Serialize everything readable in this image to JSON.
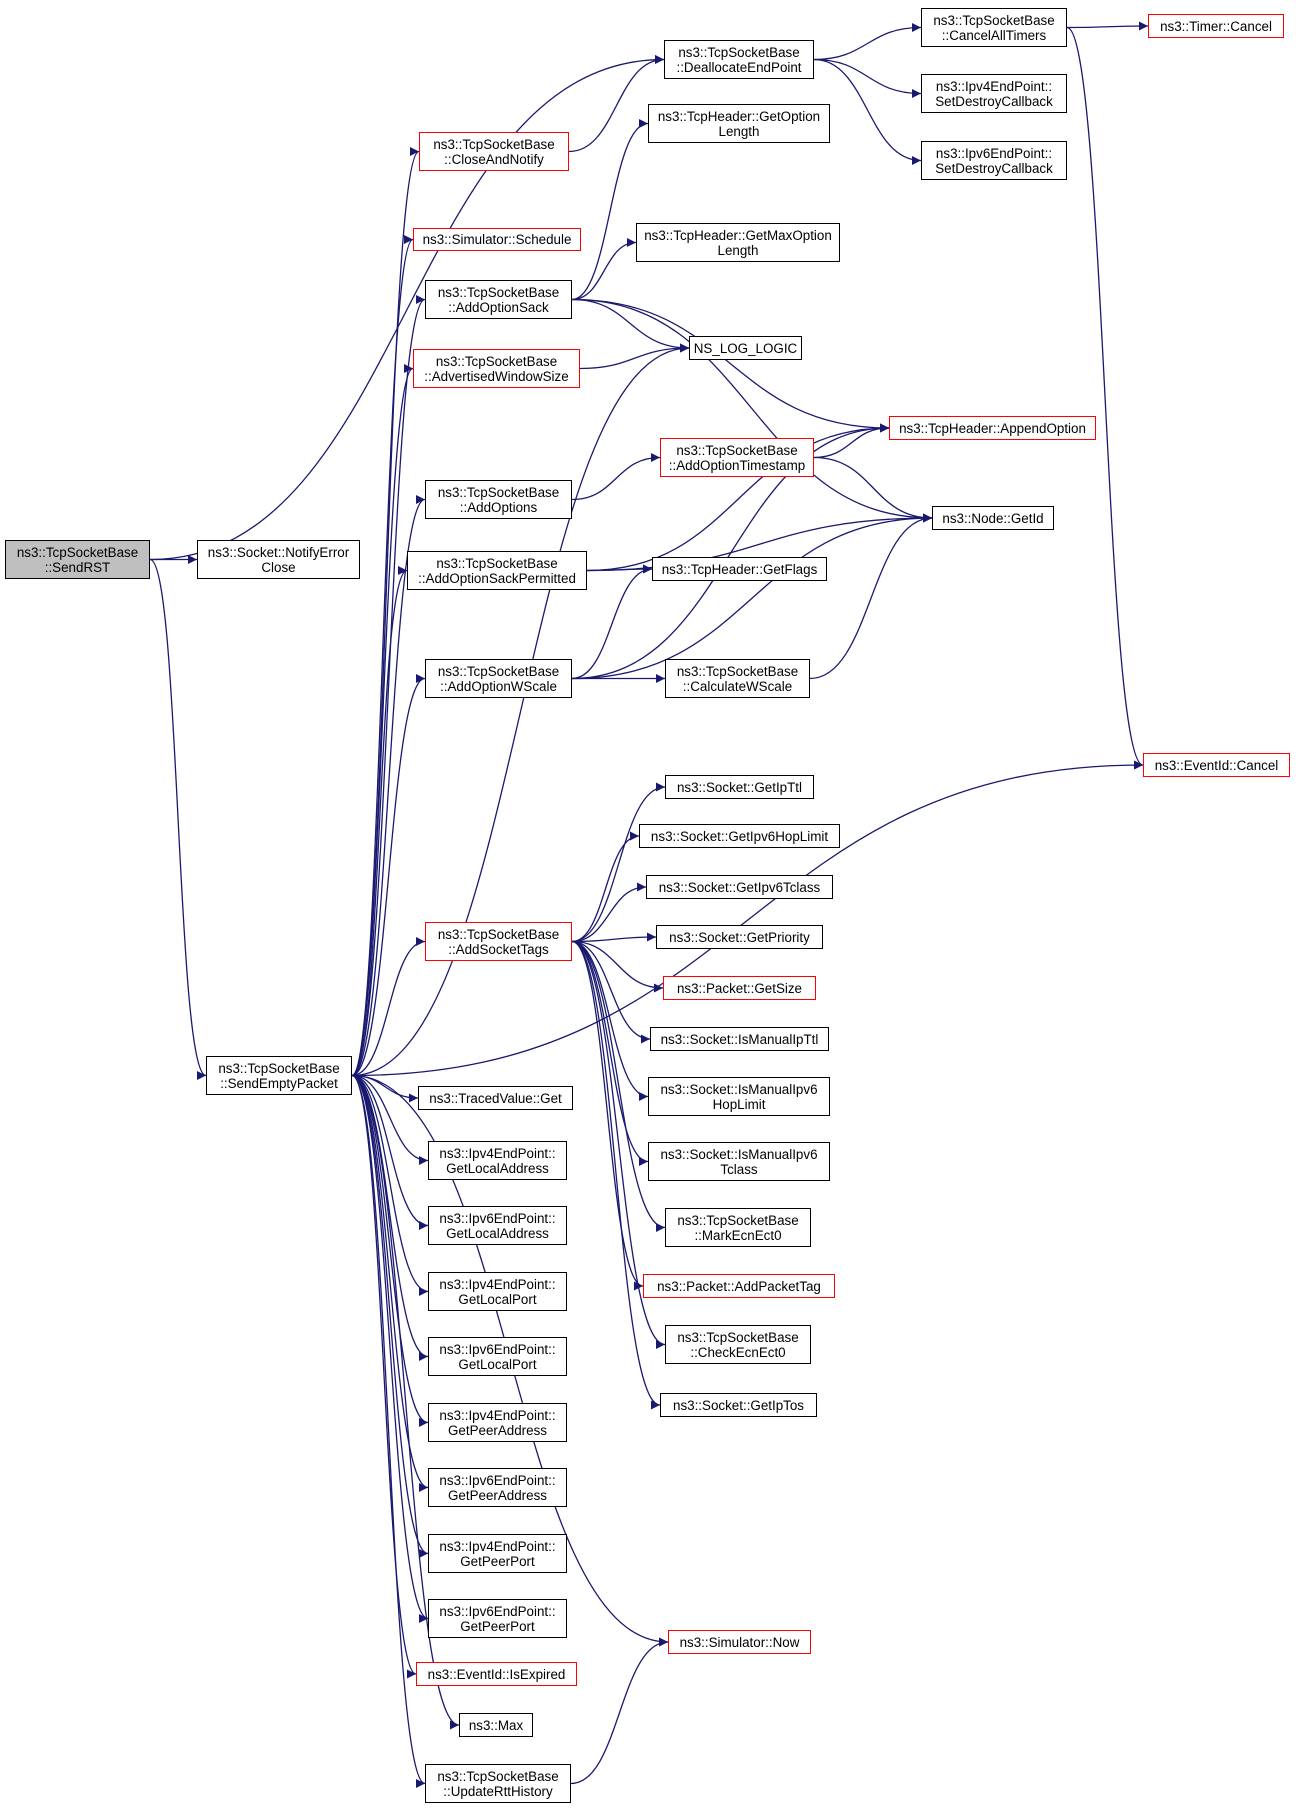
{
  "diagram": {
    "edge_color": "#191970",
    "colors": {
      "node_border": "#000000",
      "red_border": "#ff0000",
      "focus_fill": "#bfbfbf"
    },
    "nodes": [
      {
        "id": "sendrst",
        "label": "ns3::TcpSocketBase\n::SendRST",
        "style": "focus"
      },
      {
        "id": "notifyerr",
        "label": "ns3::Socket::NotifyError\nClose",
        "style": "normal"
      },
      {
        "id": "sendempty",
        "label": "ns3::TcpSocketBase\n::SendEmptyPacket",
        "style": "normal"
      },
      {
        "id": "dealloc",
        "label": "ns3::TcpSocketBase\n::DeallocateEndPoint",
        "style": "normal"
      },
      {
        "id": "closenotify",
        "label": "ns3::TcpSocketBase\n::CloseAndNotify",
        "style": "red"
      },
      {
        "id": "schedule",
        "label": "ns3::Simulator::Schedule",
        "style": "red"
      },
      {
        "id": "addsack",
        "label": "ns3::TcpSocketBase\n::AddOptionSack",
        "style": "normal"
      },
      {
        "id": "advwin",
        "label": "ns3::TcpSocketBase\n::AdvertisedWindowSize",
        "style": "red"
      },
      {
        "id": "addoptions",
        "label": "ns3::TcpSocketBase\n::AddOptions",
        "style": "normal"
      },
      {
        "id": "addsackperm",
        "label": "ns3::TcpSocketBase\n::AddOptionSackPermitted",
        "style": "normal"
      },
      {
        "id": "addwscale",
        "label": "ns3::TcpSocketBase\n::AddOptionWScale",
        "style": "normal"
      },
      {
        "id": "addsockettags",
        "label": "ns3::TcpSocketBase\n::AddSocketTags",
        "style": "red"
      },
      {
        "id": "tracedget",
        "label": "ns3::TracedValue::Get",
        "style": "normal"
      },
      {
        "id": "v4local",
        "label": "ns3::Ipv4EndPoint::\nGetLocalAddress",
        "style": "normal"
      },
      {
        "id": "v6local",
        "label": "ns3::Ipv6EndPoint::\nGetLocalAddress",
        "style": "normal"
      },
      {
        "id": "v4lport",
        "label": "ns3::Ipv4EndPoint::\nGetLocalPort",
        "style": "normal"
      },
      {
        "id": "v6lport",
        "label": "ns3::Ipv6EndPoint::\nGetLocalPort",
        "style": "normal"
      },
      {
        "id": "v4peer",
        "label": "ns3::Ipv4EndPoint::\nGetPeerAddress",
        "style": "normal"
      },
      {
        "id": "v6peer",
        "label": "ns3::Ipv6EndPoint::\nGetPeerAddress",
        "style": "normal"
      },
      {
        "id": "v4pport",
        "label": "ns3::Ipv4EndPoint::\nGetPeerPort",
        "style": "normal"
      },
      {
        "id": "v6pport",
        "label": "ns3::Ipv6EndPoint::\nGetPeerPort",
        "style": "normal"
      },
      {
        "id": "isexpired",
        "label": "ns3::EventId::IsExpired",
        "style": "red"
      },
      {
        "id": "max",
        "label": "ns3::Max",
        "style": "normal"
      },
      {
        "id": "updrtt",
        "label": "ns3::TcpSocketBase\n::UpdateRttHistory",
        "style": "normal"
      },
      {
        "id": "canceltimers",
        "label": "ns3::TcpSocketBase\n::CancelAllTimers",
        "style": "normal"
      },
      {
        "id": "v4destroy",
        "label": "ns3::Ipv4EndPoint::\nSetDestroyCallback",
        "style": "normal"
      },
      {
        "id": "v6destroy",
        "label": "ns3::Ipv6EndPoint::\nSetDestroyCallback",
        "style": "normal"
      },
      {
        "id": "timercancel",
        "label": "ns3::Timer::Cancel",
        "style": "red"
      },
      {
        "id": "eventcancel",
        "label": "ns3::EventId::Cancel",
        "style": "red"
      },
      {
        "id": "getoptlen",
        "label": "ns3::TcpHeader::GetOption\nLength",
        "style": "normal"
      },
      {
        "id": "getmaxoptlen",
        "label": "ns3::TcpHeader::GetMaxOption\nLength",
        "style": "normal"
      },
      {
        "id": "nslog",
        "label": "NS_LOG_LOGIC",
        "style": "normal"
      },
      {
        "id": "appendopt",
        "label": "ns3::TcpHeader::AppendOption",
        "style": "red"
      },
      {
        "id": "addts",
        "label": "ns3::TcpSocketBase\n::AddOptionTimestamp",
        "style": "red"
      },
      {
        "id": "nodegetid",
        "label": "ns3::Node::GetId",
        "style": "normal"
      },
      {
        "id": "getflags",
        "label": "ns3::TcpHeader::GetFlags",
        "style": "normal"
      },
      {
        "id": "calcwscale",
        "label": "ns3::TcpSocketBase\n::CalculateWScale",
        "style": "normal"
      },
      {
        "id": "getipttl",
        "label": "ns3::Socket::GetIpTtl",
        "style": "normal"
      },
      {
        "id": "getipv6hop",
        "label": "ns3::Socket::GetIpv6HopLimit",
        "style": "normal"
      },
      {
        "id": "getipv6tc",
        "label": "ns3::Socket::GetIpv6Tclass",
        "style": "normal"
      },
      {
        "id": "getprio",
        "label": "ns3::Socket::GetPriority",
        "style": "normal"
      },
      {
        "id": "getsize",
        "label": "ns3::Packet::GetSize",
        "style": "red"
      },
      {
        "id": "ismanttl",
        "label": "ns3::Socket::IsManualIpTtl",
        "style": "normal"
      },
      {
        "id": "ismanhop",
        "label": "ns3::Socket::IsManualIpv6\nHopLimit",
        "style": "normal"
      },
      {
        "id": "ismantc",
        "label": "ns3::Socket::IsManualIpv6\nTclass",
        "style": "normal"
      },
      {
        "id": "markecn",
        "label": "ns3::TcpSocketBase\n::MarkEcnEct0",
        "style": "normal"
      },
      {
        "id": "addptag",
        "label": "ns3::Packet::AddPacketTag",
        "style": "red"
      },
      {
        "id": "checkecn",
        "label": "ns3::TcpSocketBase\n::CheckEcnEct0",
        "style": "normal"
      },
      {
        "id": "getiptos",
        "label": "ns3::Socket::GetIpTos",
        "style": "normal"
      },
      {
        "id": "simnow",
        "label": "ns3::Simulator::Now",
        "style": "red"
      }
    ],
    "edges": [
      [
        "sendrst",
        "dealloc"
      ],
      [
        "sendrst",
        "notifyerr"
      ],
      [
        "sendrst",
        "sendempty"
      ],
      [
        "closenotify",
        "dealloc"
      ],
      [
        "dealloc",
        "canceltimers"
      ],
      [
        "dealloc",
        "v4destroy"
      ],
      [
        "dealloc",
        "v6destroy"
      ],
      [
        "canceltimers",
        "timercancel"
      ],
      [
        "canceltimers",
        "eventcancel"
      ],
      [
        "sendempty",
        "closenotify"
      ],
      [
        "sendempty",
        "schedule"
      ],
      [
        "sendempty",
        "addsack"
      ],
      [
        "sendempty",
        "advwin"
      ],
      [
        "sendempty",
        "nslog"
      ],
      [
        "sendempty",
        "addoptions"
      ],
      [
        "sendempty",
        "addsackperm"
      ],
      [
        "sendempty",
        "addwscale"
      ],
      [
        "sendempty",
        "addsockettags"
      ],
      [
        "sendempty",
        "tracedget"
      ],
      [
        "sendempty",
        "v4local"
      ],
      [
        "sendempty",
        "v6local"
      ],
      [
        "sendempty",
        "v4lport"
      ],
      [
        "sendempty",
        "v6lport"
      ],
      [
        "sendempty",
        "v4peer"
      ],
      [
        "sendempty",
        "v6peer"
      ],
      [
        "sendempty",
        "v4pport"
      ],
      [
        "sendempty",
        "v6pport"
      ],
      [
        "sendempty",
        "isexpired"
      ],
      [
        "sendempty",
        "max"
      ],
      [
        "sendempty",
        "updrtt"
      ],
      [
        "sendempty",
        "simnow"
      ],
      [
        "sendempty",
        "eventcancel"
      ],
      [
        "addsack",
        "getoptlen"
      ],
      [
        "addsack",
        "getmaxoptlen"
      ],
      [
        "addsack",
        "appendopt"
      ],
      [
        "addsack",
        "nslog"
      ],
      [
        "addsack",
        "nodegetid"
      ],
      [
        "advwin",
        "nslog"
      ],
      [
        "addoptions",
        "addts"
      ],
      [
        "addts",
        "appendopt"
      ],
      [
        "addts",
        "nodegetid"
      ],
      [
        "addsackperm",
        "appendopt"
      ],
      [
        "addsackperm",
        "nodegetid"
      ],
      [
        "addsackperm",
        "getflags"
      ],
      [
        "addwscale",
        "getflags"
      ],
      [
        "addwscale",
        "appendopt"
      ],
      [
        "addwscale",
        "calcwscale"
      ],
      [
        "addwscale",
        "nodegetid"
      ],
      [
        "calcwscale",
        "nodegetid"
      ],
      [
        "addsockettags",
        "getipttl"
      ],
      [
        "addsockettags",
        "getipv6hop"
      ],
      [
        "addsockettags",
        "getipv6tc"
      ],
      [
        "addsockettags",
        "getprio"
      ],
      [
        "addsockettags",
        "getsize"
      ],
      [
        "addsockettags",
        "ismanttl"
      ],
      [
        "addsockettags",
        "ismanhop"
      ],
      [
        "addsockettags",
        "ismantc"
      ],
      [
        "addsockettags",
        "markecn"
      ],
      [
        "addsockettags",
        "addptag"
      ],
      [
        "addsockettags",
        "checkecn"
      ],
      [
        "addsockettags",
        "getiptos"
      ],
      [
        "updrtt",
        "simnow"
      ]
    ]
  }
}
